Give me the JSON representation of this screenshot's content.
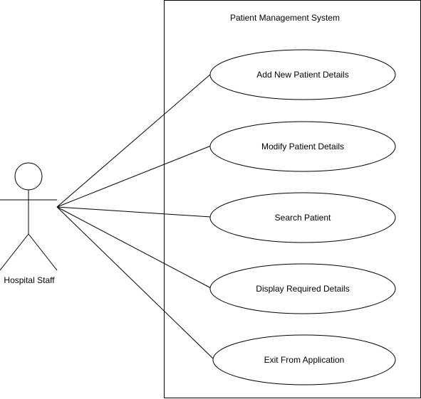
{
  "system": {
    "title": "Patient Management System"
  },
  "actor": {
    "label": "Hospital Staff"
  },
  "use_cases": [
    {
      "label": "Add New Patient Details"
    },
    {
      "label": "Modify Patient Details"
    },
    {
      "label": "Search Patient"
    },
    {
      "label": "Display Required Details"
    },
    {
      "label": "Exit From Application"
    }
  ],
  "colors": {
    "stroke": "#000000",
    "background": "#ffffff"
  }
}
